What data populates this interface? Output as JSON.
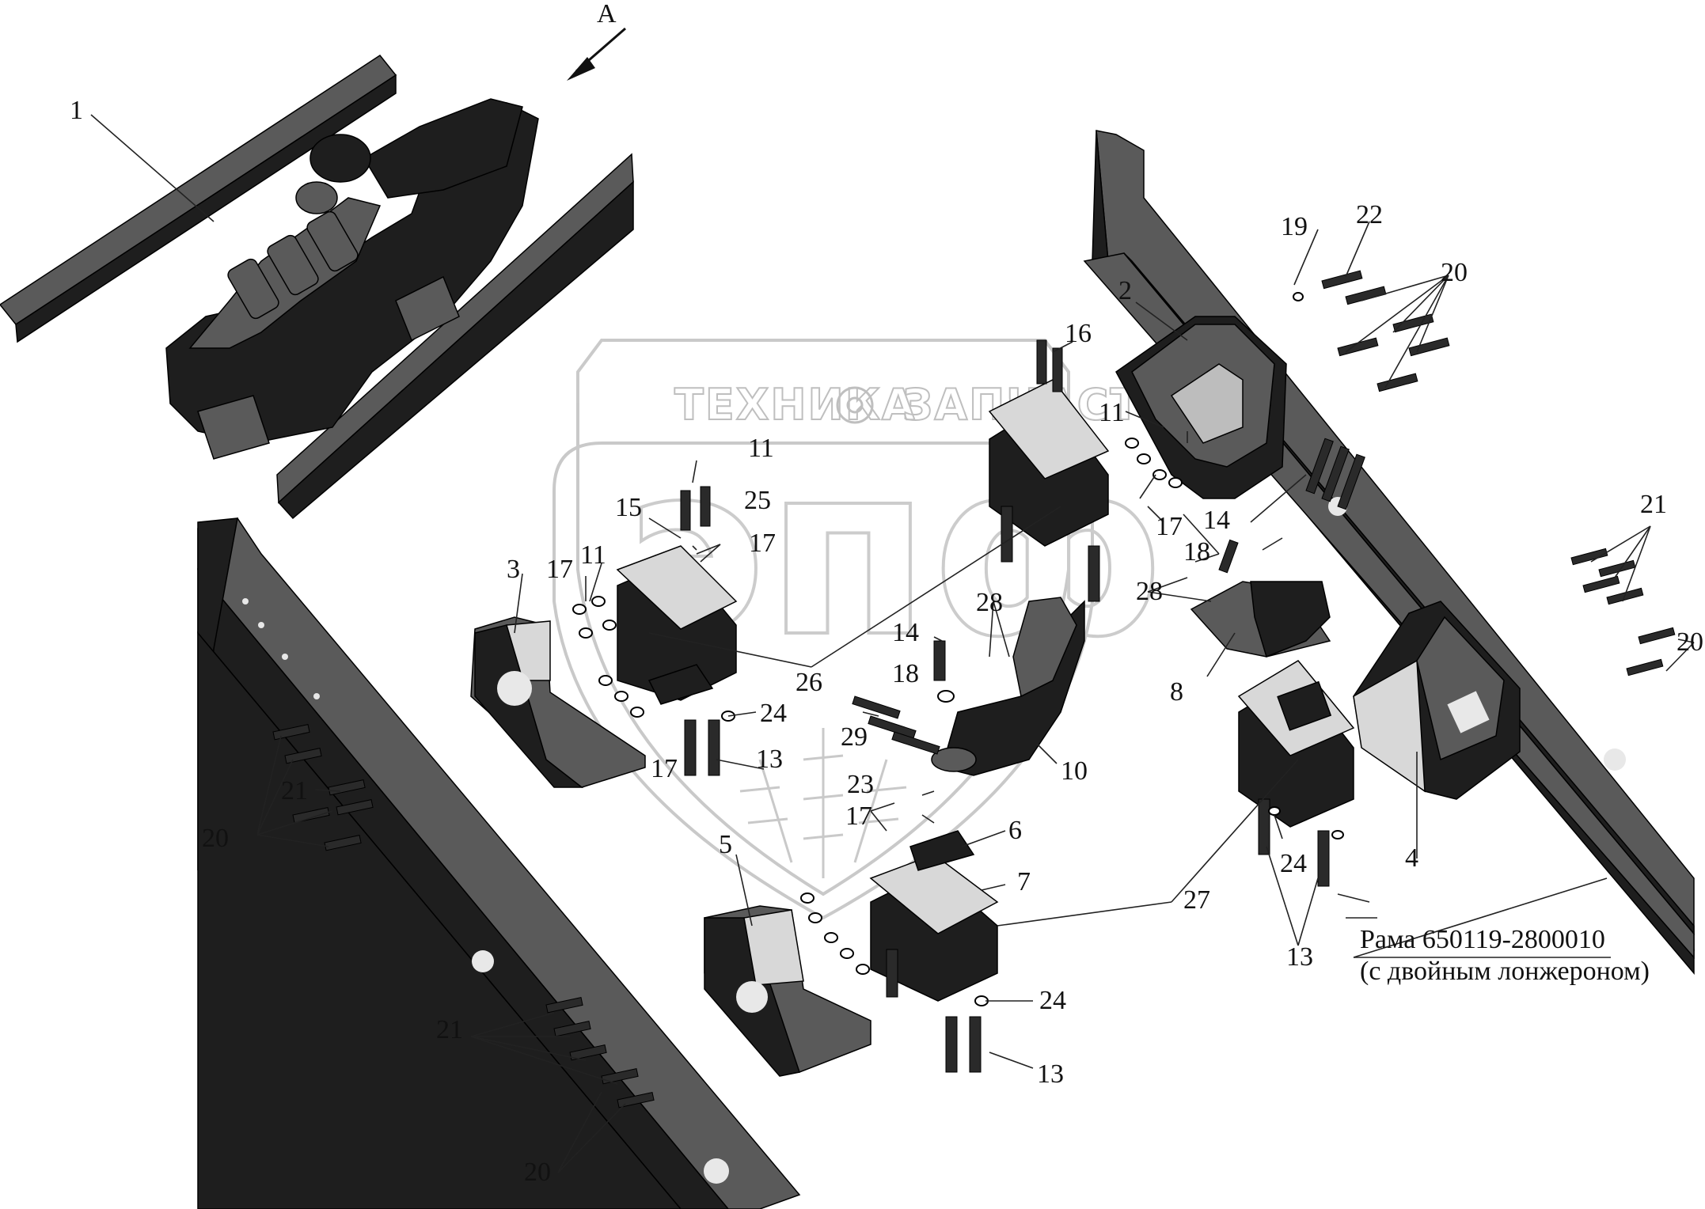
{
  "view_label": "А",
  "watermark": {
    "left_word": "ТЕХНИКА",
    "right_word": "ЗАПЧАСТИ",
    "big_letters": "эпф"
  },
  "caption": {
    "line1": "Рама 650119-2800010",
    "line2": "(с двойным лонжероном)"
  },
  "callouts": [
    {
      "id": "c1",
      "text": "1"
    },
    {
      "id": "c2",
      "text": "2"
    },
    {
      "id": "c3",
      "text": "3"
    },
    {
      "id": "c4",
      "text": "4"
    },
    {
      "id": "c5",
      "text": "5"
    },
    {
      "id": "c6",
      "text": "6"
    },
    {
      "id": "c7",
      "text": "7"
    },
    {
      "id": "c8",
      "text": "8"
    },
    {
      "id": "c10",
      "text": "10"
    },
    {
      "id": "c11a",
      "text": "11"
    },
    {
      "id": "c11b",
      "text": "11"
    },
    {
      "id": "c11c",
      "text": "11"
    },
    {
      "id": "c13a",
      "text": "13"
    },
    {
      "id": "c13b",
      "text": "13"
    },
    {
      "id": "c13c",
      "text": "13"
    },
    {
      "id": "c14a",
      "text": "14"
    },
    {
      "id": "c14b",
      "text": "14"
    },
    {
      "id": "c15",
      "text": "15"
    },
    {
      "id": "c16",
      "text": "16"
    },
    {
      "id": "c17a",
      "text": "17"
    },
    {
      "id": "c17b",
      "text": "17"
    },
    {
      "id": "c17c",
      "text": "17"
    },
    {
      "id": "c17d",
      "text": "17"
    },
    {
      "id": "c17e",
      "text": "17"
    },
    {
      "id": "c18a",
      "text": "18"
    },
    {
      "id": "c18b",
      "text": "18"
    },
    {
      "id": "c19",
      "text": "19"
    },
    {
      "id": "c20a",
      "text": "20"
    },
    {
      "id": "c20b",
      "text": "20"
    },
    {
      "id": "c20c",
      "text": "20"
    },
    {
      "id": "c20d",
      "text": "20"
    },
    {
      "id": "c21a",
      "text": "21"
    },
    {
      "id": "c21b",
      "text": "21"
    },
    {
      "id": "c21c",
      "text": "21"
    },
    {
      "id": "c22",
      "text": "22"
    },
    {
      "id": "c23",
      "text": "23"
    },
    {
      "id": "c24a",
      "text": "24"
    },
    {
      "id": "c24b",
      "text": "24"
    },
    {
      "id": "c24c",
      "text": "24"
    },
    {
      "id": "c25",
      "text": "25"
    },
    {
      "id": "c26",
      "text": "26"
    },
    {
      "id": "c27",
      "text": "27"
    },
    {
      "id": "c28a",
      "text": "28"
    },
    {
      "id": "c28b",
      "text": "28"
    },
    {
      "id": "c29",
      "text": "29"
    }
  ]
}
